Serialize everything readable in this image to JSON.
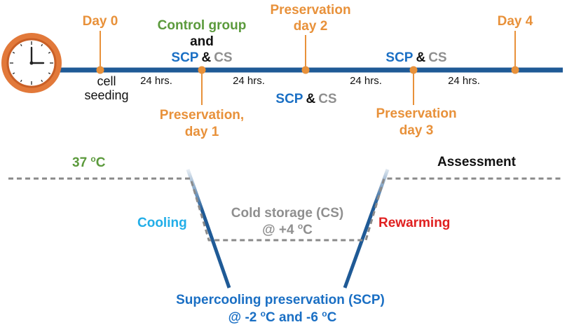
{
  "colors": {
    "timeline": "#1f5a96",
    "orange": "#e8913a",
    "green": "#5b9a3c",
    "scp_blue": "#1a6fc4",
    "cs_gray": "#8f8f8f",
    "dashed_gray": "#8a8a8a",
    "cooling": "#22aee8",
    "rewarming": "#e02020",
    "black": "#111111",
    "clock_face": "#e2793a",
    "clock_rim": "#c95f26"
  },
  "icons": {
    "clock": "clock-icon"
  },
  "timeline": {
    "day0": "Day 0",
    "control_group": "Control group",
    "and": "and",
    "scp": "SCP",
    "amp": "&",
    "cs": "CS",
    "preservation_day2_line1": "Preservation",
    "preservation_day2_line2": "day 2",
    "day4": "Day 4",
    "cell_line1": "cell",
    "cell_line2": "seeding",
    "hrs": "24 hrs.",
    "preservation_day1_line1": "Preservation,",
    "preservation_day1_line2": "day 1",
    "preservation_day3_line1": "Preservation",
    "preservation_day3_line2": "day 3"
  },
  "temperature": {
    "t37": "37 ",
    "o": "o",
    "c": "C",
    "assessment": "Assessment",
    "cooling": "Cooling",
    "rewarming": "Rewarming",
    "cold_storage_line1": "Cold storage (CS)",
    "cold_storage_at": "@ +4 ",
    "scp_line1": "Supercooling preservation (SCP)",
    "scp_line2_a": "@ -2 ",
    "scp_line2_b": "C and -6 "
  }
}
